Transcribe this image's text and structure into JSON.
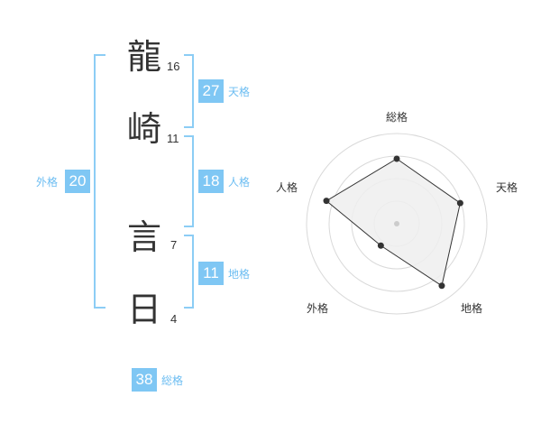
{
  "name": {
    "chars": [
      {
        "char": "龍",
        "strokes": "16"
      },
      {
        "char": "崎",
        "strokes": "11"
      },
      {
        "char": "言",
        "strokes": "7"
      },
      {
        "char": "日",
        "strokes": "4"
      }
    ]
  },
  "fortune": {
    "tenkaku": {
      "value": "27",
      "label": "天格"
    },
    "jinkaku": {
      "value": "18",
      "label": "人格"
    },
    "chikaku": {
      "value": "11",
      "label": "地格"
    },
    "gaikaku": {
      "value": "20",
      "label": "外格"
    },
    "soukaku": {
      "value": "38",
      "label": "総格"
    }
  },
  "colors": {
    "badge": "#7fc7f4",
    "bracket": "#8ccdf5",
    "label": "#6cbdf2",
    "radar_fill": "#eeeeee",
    "radar_line": "#333333"
  },
  "chart_data": {
    "type": "radar",
    "axes": [
      "総格",
      "天格",
      "地格",
      "外格",
      "人格"
    ],
    "values": [
      0.72,
      0.74,
      0.85,
      0.3,
      0.82
    ],
    "range": [
      0,
      1
    ],
    "rings": 4
  }
}
